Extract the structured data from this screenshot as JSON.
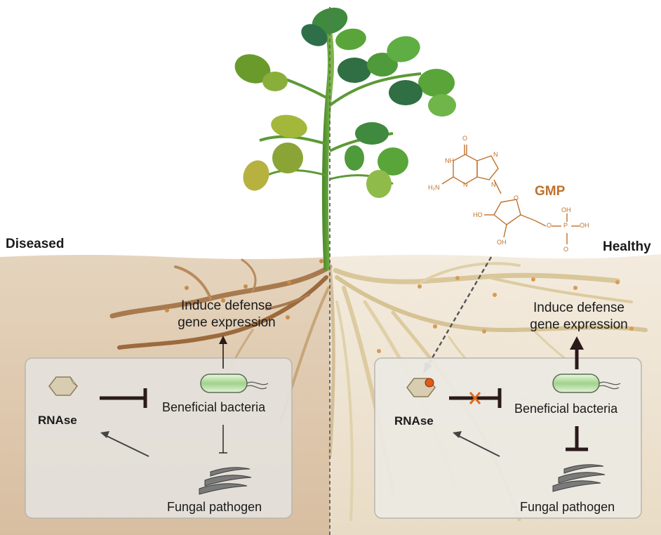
{
  "left_panel": {
    "title": "Diseased",
    "defense_line1": "Induce defense",
    "defense_line2": "gene expression",
    "bacteria_label": "Beneficial bacteria",
    "rnase_label": "RNAse",
    "fungal_label": "Fungal pathogen"
  },
  "right_panel": {
    "title": "Healthy",
    "defense_line1": "Induce defense",
    "defense_line2": "gene expression",
    "bacteria_label": "Beneficial bacteria",
    "rnase_label": "RNAse",
    "fungal_label": "Fungal pathogen"
  },
  "molecule": {
    "name": "GMP",
    "atoms": {
      "o_top": "O",
      "nh": "NH",
      "n7": "N",
      "n9": "N",
      "n3": "N",
      "nh2": "H₂N",
      "ring_o": "O",
      "ho1": "HO",
      "oh2": "OH",
      "ester_o": "O",
      "p": "P",
      "p_o": "O",
      "p_oh1": "OH",
      "p_oh2": "OH"
    }
  },
  "colors": {
    "soil_left": "#dcc6ac",
    "soil_right": "#ede2d1",
    "root_left": "#9b6a3d",
    "root_right": "#d9c79a",
    "box_fill": "#e6e4de",
    "chemistry": "#c0712b",
    "bacteria_green": "#9fd38a",
    "inhibit_cross": "#e06a1f"
  }
}
